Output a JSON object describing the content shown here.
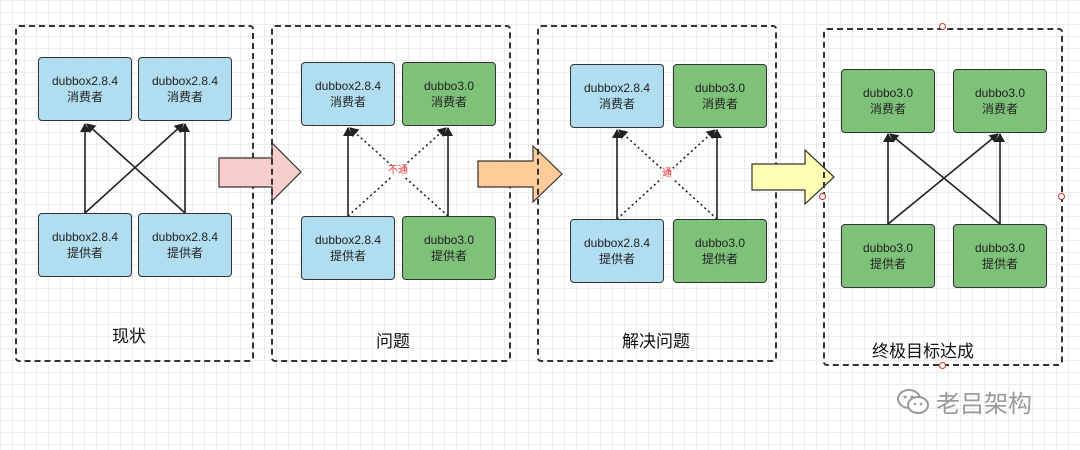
{
  "panels": [
    {
      "caption": "现状",
      "consumer_left": {
        "name": "dubbox2.8.4",
        "role": "消费者"
      },
      "consumer_right": {
        "name": "dubbox2.8.4",
        "role": "消费者"
      },
      "provider_left": {
        "name": "dubbox2.8.4",
        "role": "提供者"
      },
      "provider_right": {
        "name": "dubbox2.8.4",
        "role": "提供者"
      }
    },
    {
      "caption": "问题",
      "cross_label": "不通",
      "consumer_left": {
        "name": "dubbox2.8.4",
        "role": "消费者"
      },
      "consumer_right": {
        "name": "dubbo3.0",
        "role": "消费者"
      },
      "provider_left": {
        "name": "dubbox2.8.4",
        "role": "提供者"
      },
      "provider_right": {
        "name": "dubbo3.0",
        "role": "提供者"
      }
    },
    {
      "caption": "解决问题",
      "cross_label": "通",
      "consumer_left": {
        "name": "dubbox2.8.4",
        "role": "消费者"
      },
      "consumer_right": {
        "name": "dubbo3.0",
        "role": "消费者"
      },
      "provider_left": {
        "name": "dubbox2.8.4",
        "role": "提供者"
      },
      "provider_right": {
        "name": "dubbo3.0",
        "role": "提供者"
      }
    },
    {
      "caption": "终极目标达成",
      "consumer_left": {
        "name": "dubbo3.0",
        "role": "消费者"
      },
      "consumer_right": {
        "name": "dubbo3.0",
        "role": "消费者"
      },
      "provider_left": {
        "name": "dubbo3.0",
        "role": "提供者"
      },
      "provider_right": {
        "name": "dubbo3.0",
        "role": "提供者"
      }
    }
  ],
  "colors": {
    "blue_node": "#b1ddf0",
    "green_node": "#7ec27a",
    "arrow_1": "#f8cecc",
    "arrow_2": "#ffcc99",
    "arrow_3": "#ffffb3",
    "blocked_label": "#e53935"
  },
  "watermark": {
    "icon": "wechat-icon",
    "text": "老吕架构"
  }
}
